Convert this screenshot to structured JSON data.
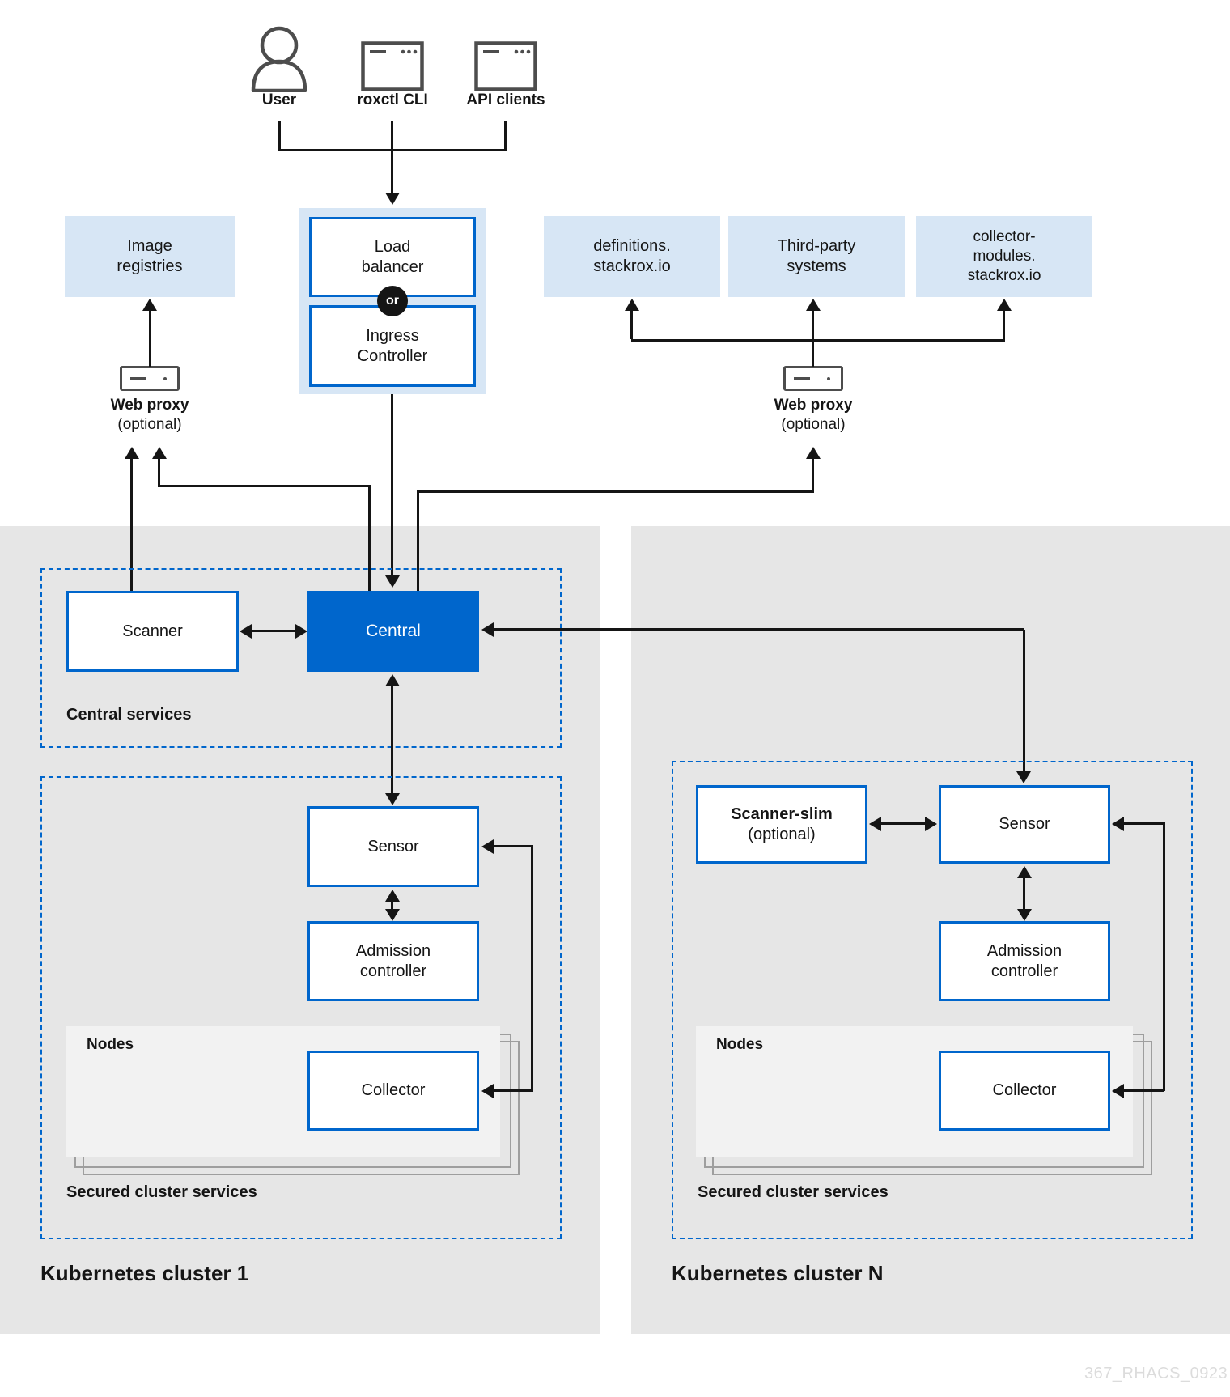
{
  "actors": {
    "user": "User",
    "roxctl": "roxctl CLI",
    "api_clients": "API clients"
  },
  "external": {
    "image_registries": "Image\nregistries",
    "load_balancer": "Load\nbalancer",
    "or_badge": "or",
    "ingress_controller": "Ingress\nController",
    "definitions": "definitions.\nstackrox.io",
    "third_party": "Third-party\nsystems",
    "collector_modules": "collector-\nmodules.\nstackrox.io",
    "web_proxy": "Web proxy",
    "web_proxy_optional": "(optional)"
  },
  "central_services": {
    "label": "Central services",
    "scanner": "Scanner",
    "central": "Central"
  },
  "cluster1": {
    "label": "Kubernetes cluster 1",
    "secured_label": "Secured cluster services",
    "sensor": "Sensor",
    "admission": "Admission\ncontroller",
    "nodes": "Nodes",
    "collector": "Collector"
  },
  "clusterN": {
    "label": "Kubernetes cluster N",
    "secured_label": "Secured cluster services",
    "scanner_slim": "Scanner-slim",
    "scanner_slim_optional": "(optional)",
    "sensor": "Sensor",
    "admission": "Admission\ncontroller",
    "nodes": "Nodes",
    "collector": "Collector"
  },
  "watermark": "367_RHACS_0923",
  "colors": {
    "accent_blue": "#0066cc",
    "light_blue": "#d7e6f5",
    "panel_gray": "#e6e6e6",
    "sheet_gray": "#f2f2f2",
    "line_dark": "#151515",
    "icon_gray": "#4d4d4d",
    "watermark_gray": "#dcdcdc"
  }
}
